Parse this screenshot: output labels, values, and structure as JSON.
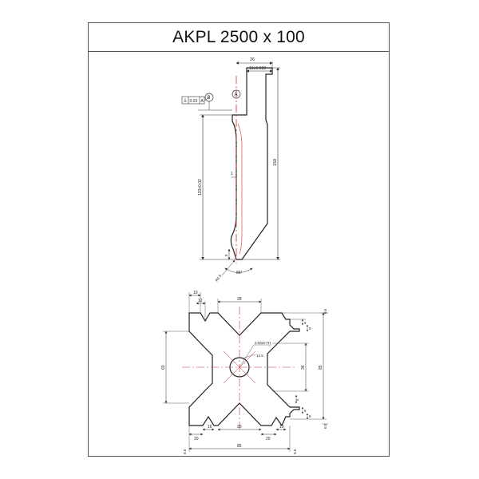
{
  "drawing": {
    "title": "AKPL 2500 x 100",
    "side_view": {
      "dims": {
        "top_width": "26",
        "tang_width": "13±0.018",
        "height_total": "150",
        "height_ref": "120±0.02",
        "center_mark": "1",
        "tip_height": "8",
        "tip_radius": "R0.5",
        "angle": "86°",
        "flatness": "0.03",
        "flatness_ref": "A",
        "datum_a": "A",
        "datum_b": "B"
      }
    },
    "section_view": {
      "dims": {
        "top_left_a": "10",
        "top_left_b": "12",
        "top_center": "28",
        "right_top_chamfer": "0.5",
        "right_top_a": "6",
        "right_top_b": "8",
        "left_height": "60",
        "center_thread": "2-M16-7H",
        "bore": "12.5",
        "right_height": "36",
        "overall_height": "85",
        "right_bottom_a": "5",
        "right_bottom_b": "6",
        "right_bottom_c": "8",
        "right_bottom_chamfer": "0.5",
        "bottom_a": "20",
        "bottom_b": "16",
        "bottom_c": "20",
        "bottom_d": "20",
        "bottom_e": "10",
        "overall_width": "85",
        "left_chamfer": "0.5",
        "right_chamfer": "0.5"
      }
    }
  }
}
